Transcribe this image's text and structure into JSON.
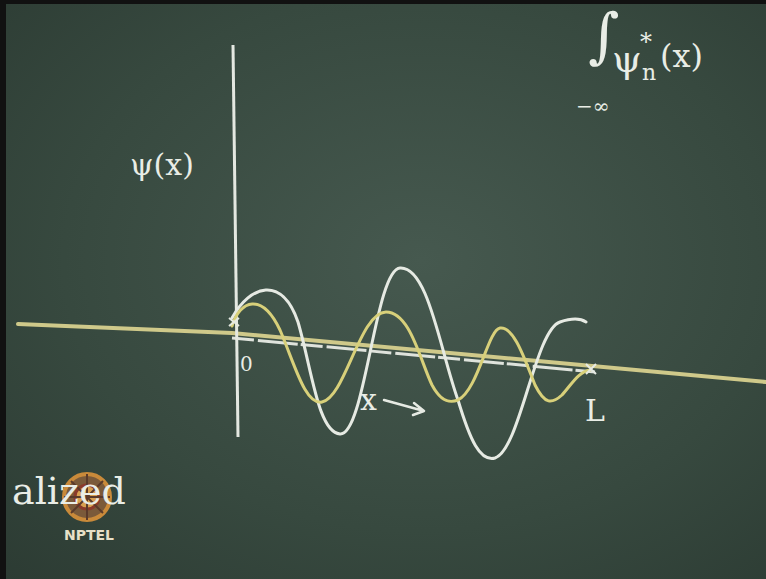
{
  "diagram": {
    "labels": [
      "ψ(x)",
      "0",
      "x",
      "L",
      "∫",
      "ψ",
      "*",
      "n",
      "(x)",
      "−∞",
      "alized",
      "NPTEL"
    ]
  }
}
